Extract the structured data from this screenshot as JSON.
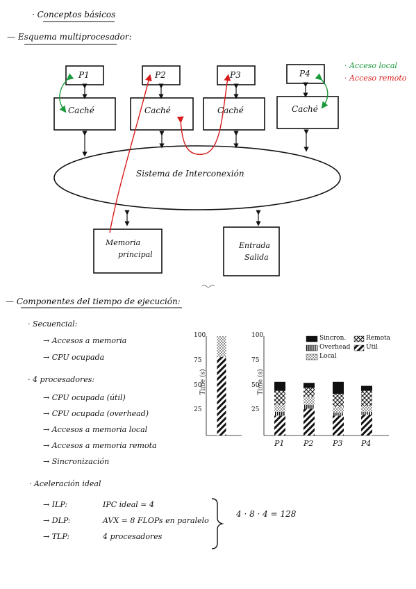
{
  "heading": "· Conceptos básicos",
  "scheme": {
    "title": "— Esquema multiprocesador:",
    "processors": [
      "P1",
      "P2",
      "P3",
      "P4"
    ],
    "cache_label": "Caché",
    "interconnect": "Sistema de Interconexión",
    "memory": [
      "Memoria",
      "principal"
    ],
    "io": [
      "Entrada",
      "Salida"
    ],
    "legend": [
      {
        "label": "· Acceso local",
        "color": "#1a9a3a"
      },
      {
        "label": "· Acceso remoto",
        "color": "#d81b1b"
      }
    ]
  },
  "section2": {
    "title": "— Componentes del tiempo de ejecución:",
    "sequential": {
      "title": "· Secuencial:",
      "items": [
        "→ Accesos a memoria",
        "→ CPU ocupada"
      ]
    },
    "parallel": {
      "title": "· 4 procesadores:",
      "items": [
        "→ CPU ocupada (útil)",
        "→ CPU ocupada (overhead)",
        "→ Accesos a memoria local",
        "→ Accesos a memoria remota",
        "→ Sincronización"
      ]
    }
  },
  "chart_data": [
    {
      "type": "bar",
      "ylabel": "Time (s)",
      "ylim": [
        0,
        100
      ],
      "yticks": [
        "100",
        "75",
        "50",
        "25"
      ],
      "categories": [
        ""
      ],
      "series": [
        {
          "name": "Útil",
          "values": [
            79
          ]
        },
        {
          "name": "Local",
          "values": [
            21
          ]
        }
      ]
    },
    {
      "type": "bar",
      "ylabel": "Time (s)",
      "ylim": [
        0,
        100
      ],
      "yticks": [
        "100",
        "75",
        "50",
        "25"
      ],
      "categories": [
        "P1",
        "P2",
        "P3",
        "P4"
      ],
      "legend": [
        "Sincron.",
        "Overhead",
        "Local",
        "Remota",
        "Útil"
      ],
      "series": [
        {
          "name": "Útil",
          "values": [
            20,
            27,
            20,
            21
          ]
        },
        {
          "name": "Overhead",
          "values": [
            4,
            4,
            3,
            3
          ]
        },
        {
          "name": "Local",
          "values": [
            7,
            8,
            6,
            6
          ]
        },
        {
          "name": "Remota",
          "values": [
            14,
            9,
            13,
            15
          ]
        },
        {
          "name": "Sincron.",
          "values": [
            9,
            5,
            12,
            5
          ]
        }
      ]
    }
  ],
  "speedup": {
    "title": "· Aceleración ideal",
    "rows": [
      {
        "label": "→ ILP:",
        "text": "IPC ideal ≃ 4"
      },
      {
        "label": "→ DLP:",
        "text": "AVX = 8 FLOPs en paralelo"
      },
      {
        "label": "→ TLP:",
        "text": "4 procesadores"
      }
    ],
    "result": "4 · 8 · 4 = 128"
  }
}
